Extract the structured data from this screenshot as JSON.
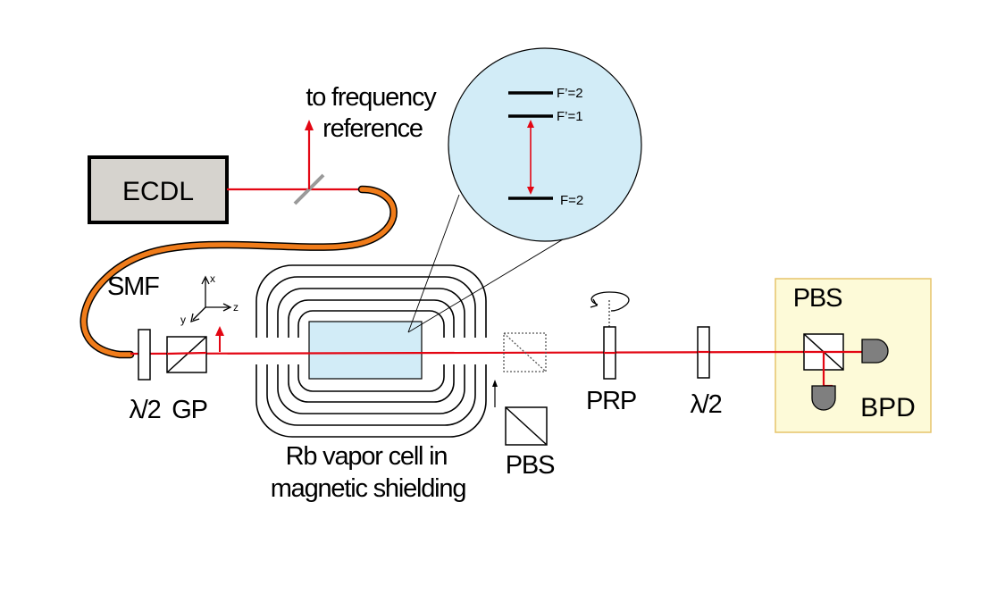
{
  "labels": {
    "ecdl": "ECDL",
    "to_frequency_line1": "to frequency",
    "to_frequency_line2": "reference",
    "smf": "SMF",
    "half_wave_left": "λ/2",
    "gp": "GP",
    "rb_cell_line1": "Rb vapor cell  in",
    "rb_cell_line2": "magnetic shielding",
    "pbs_lower": "PBS",
    "prp": "PRP",
    "half_wave_right": "λ/2",
    "pbs_detector": "PBS",
    "bpd": "BPD"
  },
  "axes": {
    "x": "x",
    "y": "y",
    "z": "z"
  },
  "levels": {
    "f_prime_2": "F’=2",
    "f_prime_1": "F’=1",
    "f_2": "F=2"
  },
  "colors": {
    "laser": "#e30613",
    "fiber": "#f07c1a",
    "ecdl_fill": "#d6d3ce",
    "inset_fill": "#d2ecf7",
    "cell_fill": "#d2ecf7",
    "detector_panel": "#fdfad8",
    "detector_panel_border": "#e6c46a",
    "photodiode": "#7f7f7f"
  }
}
